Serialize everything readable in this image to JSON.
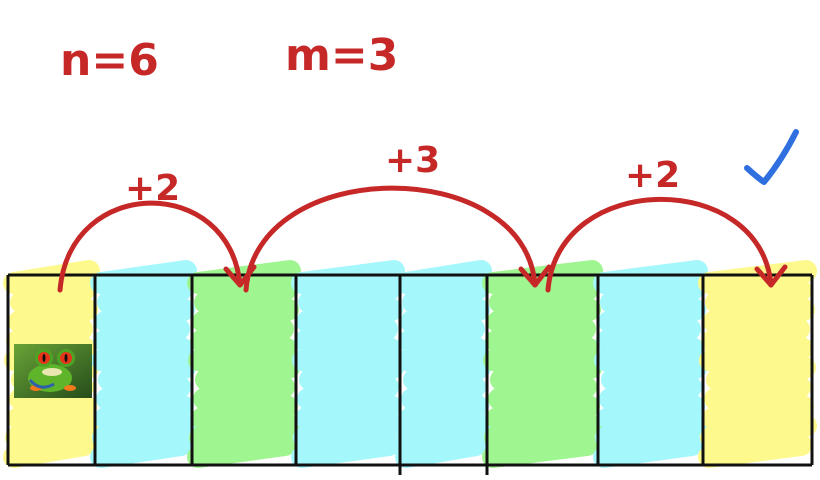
{
  "params": {
    "n_label": "n=6",
    "m_label": "m=3"
  },
  "cells": [
    {
      "color": "yellow",
      "has_frog": true
    },
    {
      "color": "cyan",
      "has_frog": false
    },
    {
      "color": "green",
      "has_frog": false
    },
    {
      "color": "cyan",
      "has_frog": false
    },
    {
      "color": "cyan",
      "has_frog": false
    },
    {
      "color": "green",
      "has_frog": false
    },
    {
      "color": "cyan",
      "has_frog": false
    },
    {
      "color": "yellow",
      "has_frog": false
    }
  ],
  "jumps": [
    {
      "from": 0,
      "to": 2,
      "label": "+2"
    },
    {
      "from": 2,
      "to": 5,
      "label": "+3"
    },
    {
      "from": 5,
      "to": 7,
      "label": "+2"
    }
  ],
  "colors": {
    "yellow": "#fdf98c",
    "cyan": "#a4f7fb",
    "green": "#9ff58f",
    "ink": "#c62828",
    "check": "#2f6fe0",
    "grid": "#111111"
  },
  "result_icon": "checkmark-icon",
  "frog_icon": "frog-icon"
}
